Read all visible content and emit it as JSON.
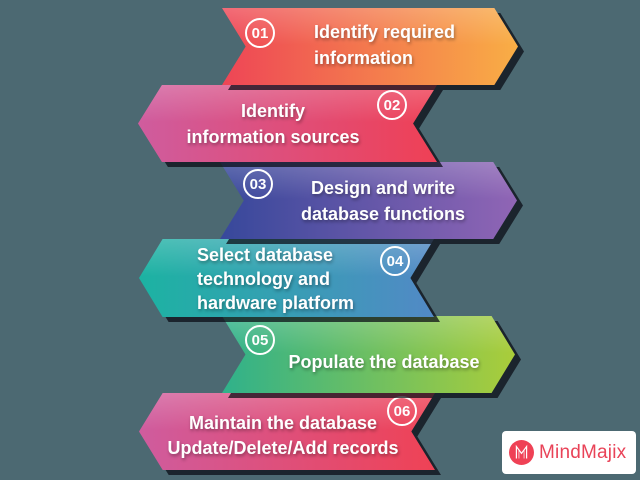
{
  "background_color": "#4c6972",
  "shadow_color": "#0a0c14",
  "steps": [
    {
      "number": "01",
      "direction": "right",
      "gradient": [
        "#ee4556",
        "#f9ae45"
      ],
      "text_lines": [
        "Identify required",
        "information"
      ]
    },
    {
      "number": "02",
      "direction": "left",
      "gradient": [
        "#cf5c9e",
        "#ef4055"
      ],
      "text_lines": [
        "Identify",
        "information sources"
      ]
    },
    {
      "number": "03",
      "direction": "right",
      "gradient": [
        "#37489b",
        "#9065b5"
      ],
      "text_lines": [
        "Design and write",
        "database functions"
      ]
    },
    {
      "number": "04",
      "direction": "left",
      "gradient": [
        "#1cb3a2",
        "#5289c6"
      ],
      "text_lines": [
        "Select database",
        "technology and",
        "hardware platform"
      ]
    },
    {
      "number": "05",
      "direction": "right",
      "gradient": [
        "#2fb18b",
        "#aacd3a"
      ],
      "text_lines": [
        "Populate the database"
      ]
    },
    {
      "number": "06",
      "direction": "left",
      "gradient": [
        "#cf5c9e",
        "#ef4255"
      ],
      "text_lines": [
        "Maintain the database",
        "Update/Delete/Add records"
      ]
    }
  ],
  "logo": {
    "brand": "MindMajix",
    "monogram": "M",
    "circle_color": "#ef4155",
    "text_color": "#e94358",
    "box_color": "#ffffff"
  }
}
